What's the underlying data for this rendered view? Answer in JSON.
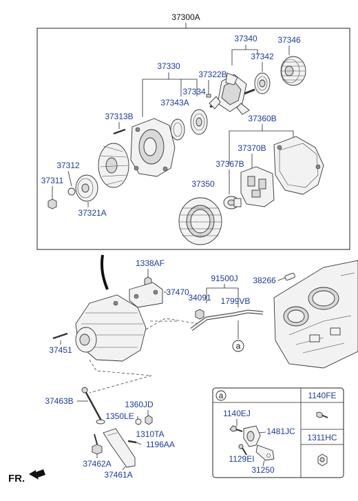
{
  "assembly": {
    "part_no": "37300A"
  },
  "alternator_parts": {
    "p37340": "37340",
    "p37346": "37346",
    "p37342": "37342",
    "p37330": "37330",
    "p37322B": "37322B",
    "p37334": "37334",
    "p37343A": "37343A",
    "p37313B": "37313B",
    "p37360B": "37360B",
    "p37370B": "37370B",
    "p37312": "37312",
    "p37367B": "37367B",
    "p37311": "37311",
    "p37350": "37350",
    "p37321A": "37321A"
  },
  "mount_parts": {
    "p1338AF": "1338AF",
    "p37470": "37470",
    "p91500J": "91500J",
    "p38266": "38266",
    "p34091": "34091",
    "p1799VB": "1799VB",
    "p37451": "37451",
    "p37463B": "37463B",
    "p1360JD": "1360JD",
    "p1350LE": "1350LE",
    "p1310TA": "1310TA",
    "p1196AA": "1196AA",
    "p37462A": "37462A",
    "p37461A": "37461A"
  },
  "callout": {
    "marker": "a"
  },
  "detail_table": {
    "marker": "a",
    "header_right": "1140FE",
    "mid_right": "1311HC",
    "p1140EJ": "1140EJ",
    "p1481JC": "1481JC",
    "p1129EI": "1129EI",
    "p31250": "31250"
  },
  "orientation": {
    "label": "FR."
  },
  "colors": {
    "part_label": "#1a3aa8",
    "line": "#222222",
    "background": "#ffffff"
  }
}
